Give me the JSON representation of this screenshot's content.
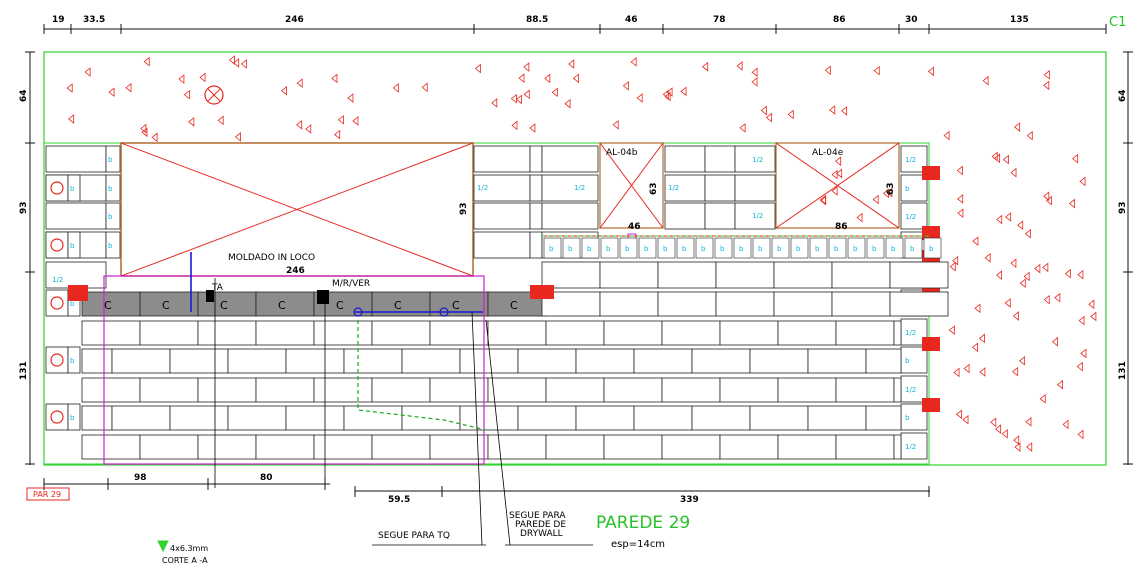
{
  "sheet": {
    "corner_label": "C1",
    "title": "PAREDE 29",
    "subtitle": "esp=14cm",
    "wall_code_tag": "PAR 29",
    "section_mark": "CORTE A -A",
    "scale_note": "4x6.3mm"
  },
  "top_dims": [
    "19",
    "33.5",
    "246",
    "88.5",
    "46",
    "78",
    "86",
    "30",
    "135"
  ],
  "left_dims": [
    "64",
    "93",
    "131"
  ],
  "right_dims": [
    "64",
    "93",
    "131"
  ],
  "bottom_dims": [
    "98",
    "80",
    "59.5",
    "339"
  ],
  "openings": [
    {
      "code": "",
      "width": "246",
      "height": "93"
    },
    {
      "code": "AL-04b",
      "width": "46",
      "height": "63"
    },
    {
      "code": "AL-04e",
      "width": "86",
      "height": "63"
    }
  ],
  "notes": {
    "moldado": "MOLDADO IN LOCO",
    "ta": "TA",
    "mr_ver": "M/R/VER",
    "segue_tq": "SEGUE PARA TQ",
    "segue_drywall": [
      "SEGUE PARA",
      "PAREDE DE",
      "DRYWALL"
    ]
  },
  "block_labels": {
    "half": "1/2",
    "c": "C",
    "b": "b"
  },
  "colors": {
    "frame": "#31d331",
    "red": "#e8281e",
    "magenta": "#d11fd1",
    "cyan": "#12b5d8",
    "blue": "#1a1acf",
    "gray": "#8c8c8c",
    "title_green": "#27c227"
  }
}
